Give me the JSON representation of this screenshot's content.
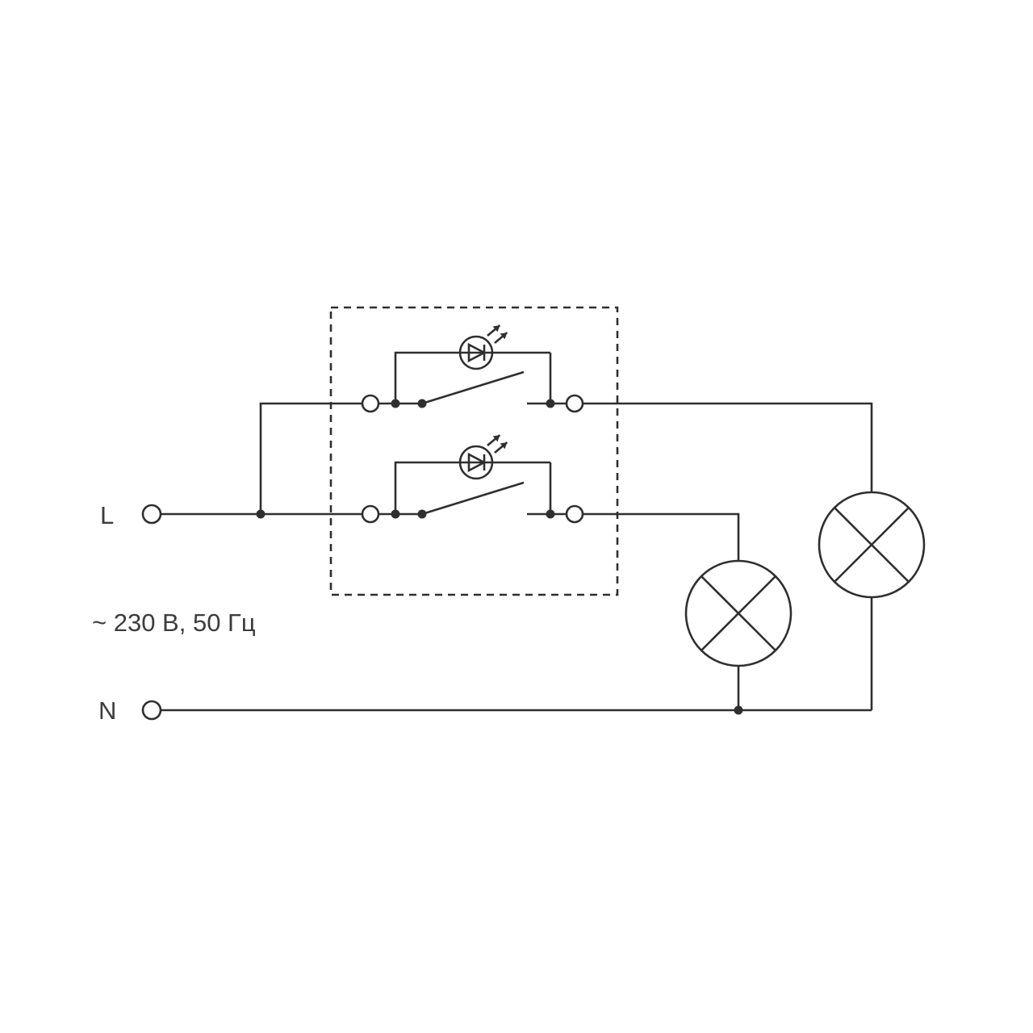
{
  "diagram": {
    "labels": {
      "line_terminal": "L",
      "neutral_terminal": "N",
      "supply_rating": "~ 230 В, 50 Гц"
    },
    "colors": {
      "wire": "#2f2f2f",
      "label_text": "#3c3c3c",
      "background": "#ffffff"
    },
    "components": [
      {
        "name": "switch-unit-dashed-enclosure",
        "style": "dashed-outline"
      },
      {
        "name": "switch-contact-top",
        "type": "single-pole-switch"
      },
      {
        "name": "led-indicator-top",
        "type": "led"
      },
      {
        "name": "switch-contact-bottom",
        "type": "single-pole-switch"
      },
      {
        "name": "led-indicator-bottom",
        "type": "led"
      },
      {
        "name": "lamp-left",
        "type": "lamp"
      },
      {
        "name": "lamp-right",
        "type": "lamp"
      },
      {
        "name": "line-terminal",
        "type": "terminal"
      },
      {
        "name": "neutral-terminal",
        "type": "terminal"
      }
    ]
  }
}
